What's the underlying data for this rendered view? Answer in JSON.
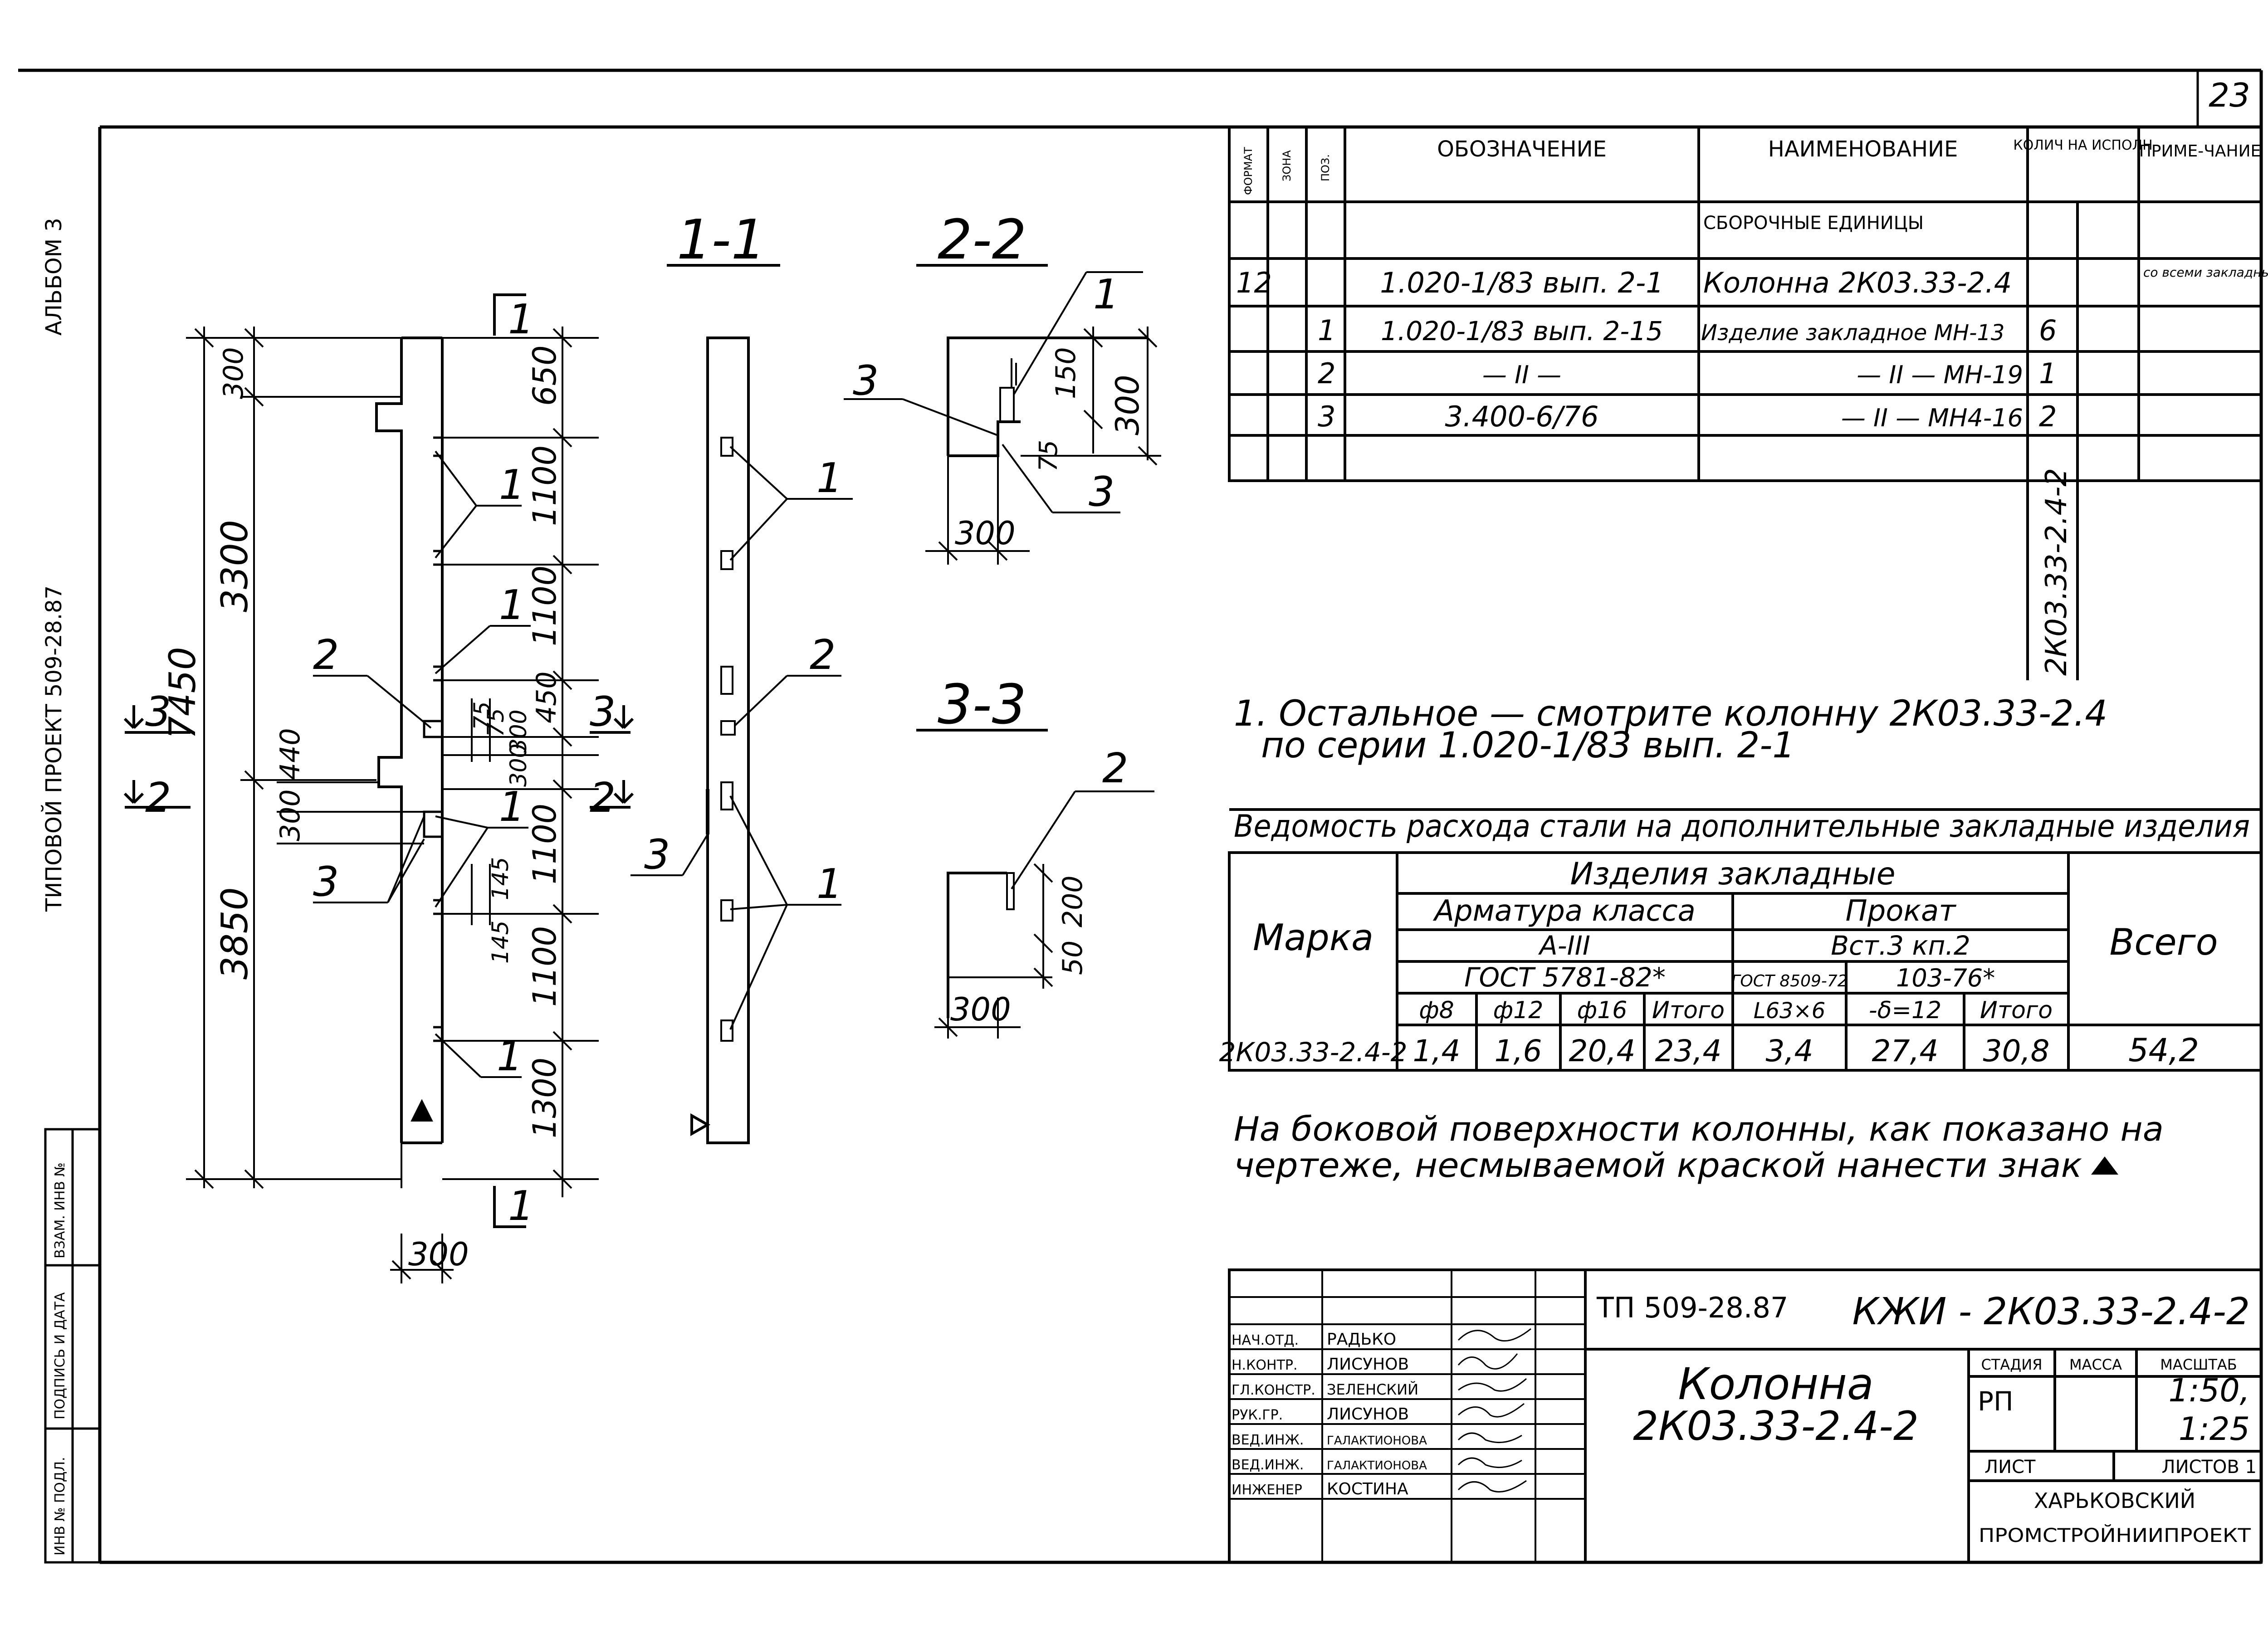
{
  "sheet_number": "23",
  "left_margin": {
    "album": "АЛЬБОМ 3",
    "project": "ТИПОВОЙ ПРОЕКТ 509-28.87",
    "stamp_labels": [
      "ИНВ № ПОДЛ.",
      "ПОДПИСЬ И ДАТА",
      "ВЗАМ. ИНВ №"
    ]
  },
  "drawing": {
    "section_titles": [
      "1-1",
      "2-2",
      "3-3"
    ],
    "cut_marks": [
      "1",
      "1",
      "3",
      "3",
      "2",
      "2"
    ],
    "overall_dims": [
      "7450",
      "3300",
      "3850",
      "300"
    ],
    "right_dims": [
      "650",
      "1100",
      "1100",
      "450",
      "300",
      "300",
      "1100",
      "1100",
      "1300"
    ],
    "small_dims": [
      "75",
      "75",
      "145",
      "145",
      "300",
      "440"
    ],
    "bottom_dim": "300",
    "callouts_elev": [
      "1",
      "1",
      "1",
      "1",
      "2",
      "3"
    ],
    "callouts_side": [
      "1",
      "2",
      "1",
      "3"
    ],
    "sec22": {
      "dims": [
        "300",
        "300",
        "150",
        "75"
      ],
      "callouts": [
        "1",
        "3",
        "3"
      ]
    },
    "sec33": {
      "dims": [
        "300",
        "200",
        "50"
      ],
      "callouts": [
        "2"
      ]
    }
  },
  "spec_table": {
    "headers": [
      "ФОРМАТ",
      "ЗОНА",
      "ПОЗ.",
      "ОБОЗНАЧЕНИЕ",
      "НАИМЕНОВАНИЕ",
      "КОЛИЧ НА ИСПОЛН",
      "ПРИМЕ-ЧАНИЕ"
    ],
    "section_label": "СБОРОЧНЫЕ ЕДИНИЦЫ",
    "rows": [
      {
        "format": "12",
        "pos": "",
        "designation": "1.020-1/83 вып. 2-1",
        "name": "Колонна 2К03.33-2.4",
        "qty": "",
        "note": "со всеми закладными"
      },
      {
        "format": "",
        "pos": "1",
        "designation": "1.020-1/83 вып. 2-15",
        "name": "Изделие закладное МН-13",
        "qty": "6",
        "note": ""
      },
      {
        "format": "",
        "pos": "2",
        "designation": "—  II  —",
        "name": "—  II  —  МН-19",
        "qty": "1",
        "note": ""
      },
      {
        "format": "",
        "pos": "3",
        "designation": "3.400-6/76",
        "name": "—  II  —  МН4-16",
        "qty": "2",
        "note": ""
      }
    ],
    "vertical_mark": "2К03.33-2.4-2"
  },
  "notes": {
    "note1_line1": "1. Остальное — смотрите колонну 2К03.33-2.4",
    "note1_line2": "по серии 1.020-1/83 вып. 2-1"
  },
  "steel_table": {
    "title": "Ведомость расхода стали на дополнительные закладные изделия",
    "col_marka": "Марка",
    "group": "Изделия закладные",
    "armatura": "Арматура класса",
    "armatura_class": "А-III",
    "armatura_gost": "ГОСТ 5781-82*",
    "prokat": "Прокат",
    "prokat_grade": "Вст.3 кп.2",
    "prokat_gost1": "ГОСТ 8509-72",
    "prokat_gost2": "103-76*",
    "vsego": "Всего",
    "sub_headers": [
      "ф8",
      "ф12",
      "ф16",
      "Итого",
      "L63×6",
      "-δ=12",
      "Итого"
    ],
    "row": {
      "marka": "2К03.33-2.4-2",
      "values": [
        "1,4",
        "1,6",
        "20,4",
        "23,4",
        "3,4",
        "27,4",
        "30,8",
        "54,2"
      ]
    }
  },
  "marking_note": {
    "line1": "На боковой поверхности колонны, как показано на",
    "line2": "чертеже, несмываемой краской нанести знак"
  },
  "title_block": {
    "project_code": "ТП 509-28.87",
    "doc_code": "КЖИ - 2К03.33-2.4-2",
    "title_line1": "Колонна",
    "title_line2": "2К03.33-2.4-2",
    "col_headers": [
      "СТАДИЯ",
      "МАССА",
      "МАСШТАБ"
    ],
    "stage": "РП",
    "scale1": "1:50,",
    "scale2": "1:25",
    "sheet_label": "ЛИСТ",
    "sheets_label": "ЛИСТОВ 1",
    "org_line1": "ХАРЬКОВСКИЙ",
    "org_line2": "ПРОМСТРОЙНИИПРОЕКТ",
    "signatures": [
      {
        "role": "НАЧ.ОТД.",
        "name": "РАДЬКО"
      },
      {
        "role": "Н.КОНТР.",
        "name": "ЛИСУНОВ"
      },
      {
        "role": "ГЛ.КОНСТР.",
        "name": "ЗЕЛЕНСКИЙ"
      },
      {
        "role": "РУК.ГР.",
        "name": "ЛИСУНОВ"
      },
      {
        "role": "ВЕД.ИНЖ.",
        "name": "ГАЛАКТИОНОВА"
      },
      {
        "role": "ВЕД.ИНЖ.",
        "name": "ГАЛАКТИОНОВА"
      },
      {
        "role": "ИНЖЕНЕР",
        "name": "КОСТИНА"
      }
    ]
  }
}
